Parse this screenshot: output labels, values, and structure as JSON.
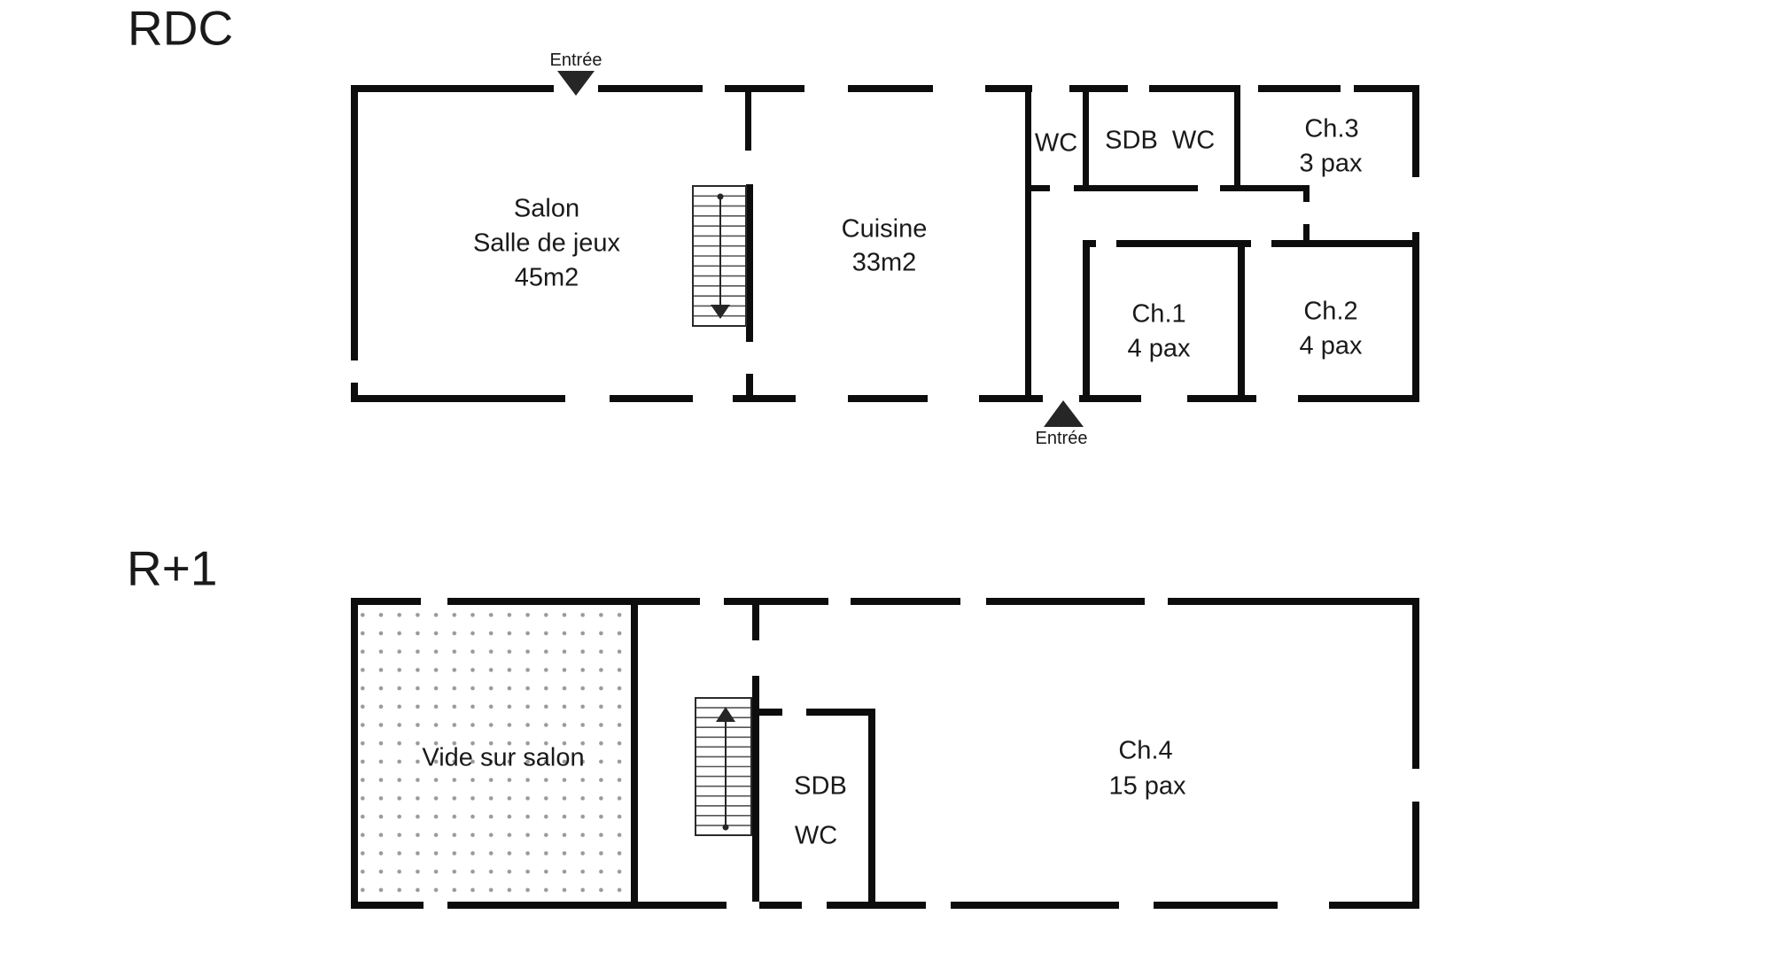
{
  "palette": {
    "wall": "#0d0d0d",
    "text": "#1a1a1a",
    "dots": "#9a9a9a",
    "stair_outline": "#2a2a2a",
    "stair_tread": "#555555",
    "arrow": "#262626"
  },
  "floors": {
    "rdc": {
      "title": "RDC",
      "entrance_top": "Entrée",
      "entrance_bottom": "Entrée",
      "salon_line1": "Salon",
      "salon_line2": "Salle de jeux",
      "salon_line3": "45m2",
      "cuisine_line1": "Cuisine",
      "cuisine_line2": "33m2",
      "wc": "WC",
      "sdb": "SDB",
      "sdb_wc": "WC",
      "ch3_line1": "Ch.3",
      "ch3_line2": "3 pax",
      "ch1_line1": "Ch.1",
      "ch1_line2": "4 pax",
      "ch2_line1": "Ch.2",
      "ch2_line2": "4 pax"
    },
    "r1": {
      "title": "R+1",
      "vide": "Vide sur salon",
      "sdb": "SDB",
      "wc": "WC",
      "ch4_line1": "Ch.4",
      "ch4_line2": "15 pax"
    }
  }
}
